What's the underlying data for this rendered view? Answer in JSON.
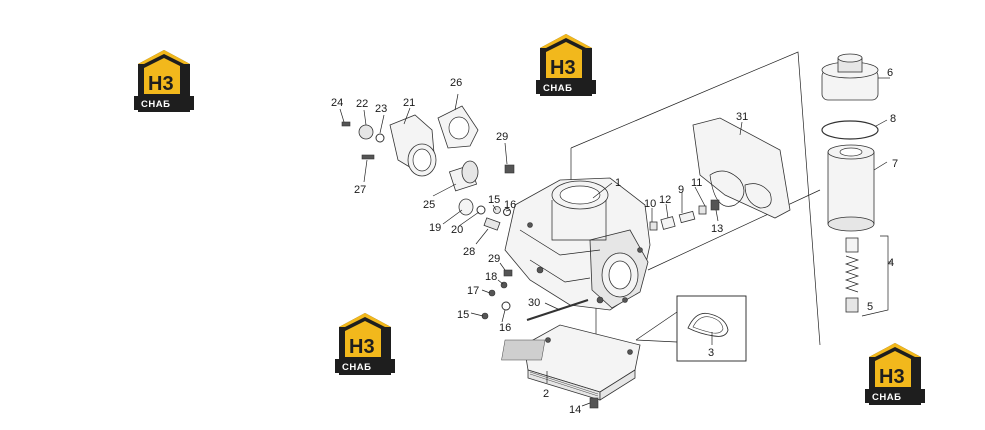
{
  "watermark": {
    "letters": "H3",
    "word": "СНАБ",
    "colors": {
      "roof": "#f2b81c",
      "house": "#1e1e1e",
      "text": "#ffffff"
    }
  },
  "callouts": {
    "c1": "1",
    "c2": "2",
    "c3": "3",
    "c4": "4",
    "c5": "5",
    "c6": "6",
    "c7": "7",
    "c8": "8",
    "c9": "9",
    "c10": "10",
    "c11": "11",
    "c12": "12",
    "c13": "13",
    "c14": "14",
    "c15a": "15",
    "c15b": "15",
    "c16a": "16",
    "c16b": "16",
    "c17": "17",
    "c18": "18",
    "c19": "19",
    "c20": "20",
    "c21": "21",
    "c22": "22",
    "c23": "23",
    "c24": "24",
    "c25": "25",
    "c26": "26",
    "c27": "27",
    "c28": "28",
    "c29a": "29",
    "c29b": "29",
    "c30": "30",
    "c31": "31"
  }
}
